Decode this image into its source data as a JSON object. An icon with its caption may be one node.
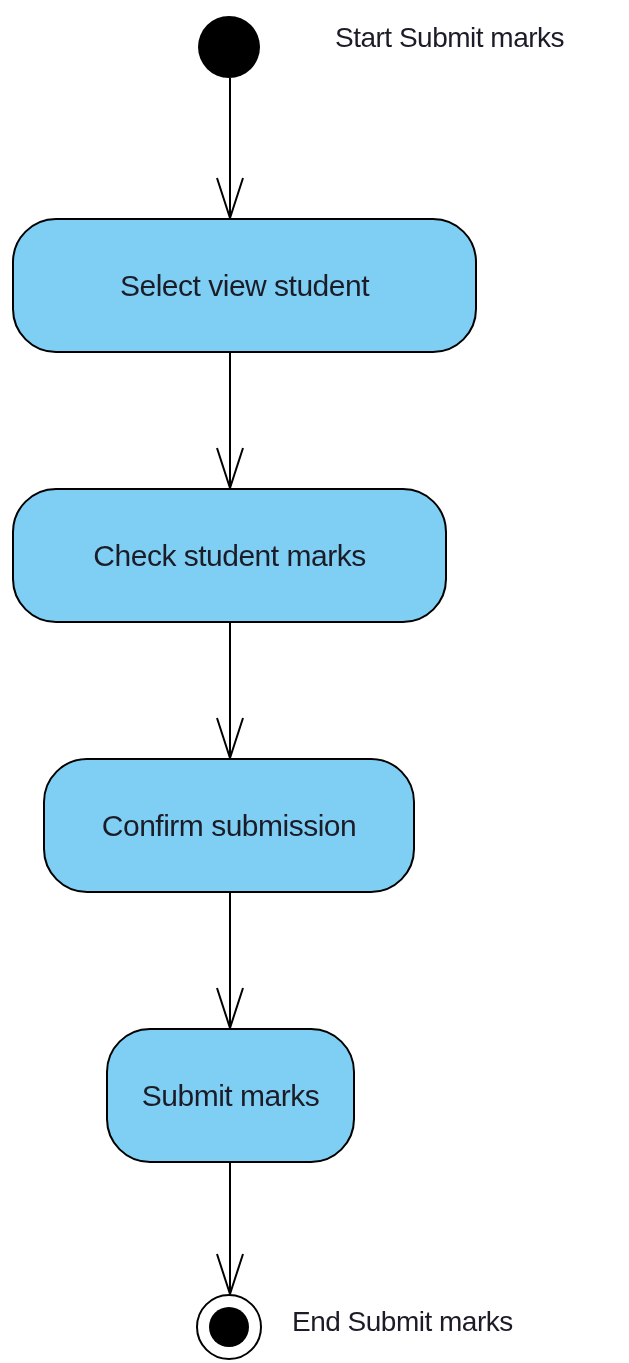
{
  "diagram": {
    "nodes": [
      {
        "text": [],
        "shape": "circle",
        "beside": [
          "Start Submit marks"
        ]
      },
      {
        "text": [
          "Select view student"
        ]
      },
      {
        "text": [
          "Check student marks"
        ]
      },
      {
        "text": [
          "Confirm submission"
        ]
      },
      {
        "text": [
          "Submit marks"
        ]
      },
      {
        "text": [],
        "shape": "bullseye",
        "beside": [
          "End Submit marks"
        ]
      }
    ],
    "edges": [
      {
        "from": 0,
        "to": 1,
        "arrow": "to"
      },
      {
        "from": 1,
        "to": 2,
        "arrow": "to"
      },
      {
        "from": 2,
        "to": 3,
        "arrow": "to"
      },
      {
        "from": 3,
        "to": 4,
        "arrow": "to"
      },
      {
        "from": 4,
        "to": 5,
        "arrow": "to"
      }
    ]
  }
}
